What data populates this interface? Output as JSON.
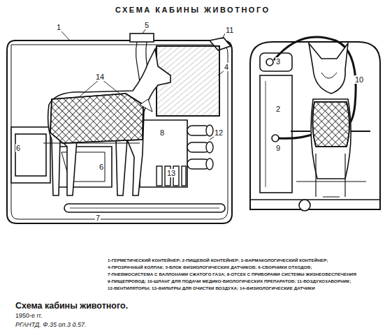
{
  "diagram": {
    "title": "СХЕМА КАБИНЫ ЖИВОТНОГО",
    "caption": "Схема кабины животного.",
    "labels": [
      "1",
      "5",
      "11",
      "4",
      "14",
      "6",
      "6",
      "8",
      "12",
      "13",
      "7",
      "3",
      "2",
      "10",
      "9",
      "1-ГЕРМЕТИЧЕСКИЙ КОНТЕЙНЕР; 2-ПИЩЕВОЙ КОНТЕЙНЕР; 3-ФАРМАКОЛОГИЧЕСКИЙ КОНТЕЙНЕР;",
      "4-ПРОЗРАЧНЫЙ КОЛПАК; 5-БЛОК ФИЗИОЛОГИЧЕСКИХ ДАТЧИКОВ; 6-СБОРНИКИ ОТХОДОВ;",
      "7-ПНЕВМОСИСТЕМА С БАЛЛОНАМИ СЖАТОГО ГАЗА; 8-ОТСЕК С ПРИБОРАМИ СИСТЕМЫ ЖИЗНЕОБЕСПЕЧЕНИЯ",
      "9-ПИЩЕПРОВОД; 10-ШЛАНГ ДЛЯ ПОДАЧИ МЕДИКО-БИОЛОГИЧЕСКИХ ПРЕПАРАТОВ; 11-ВОЗДУХОЗАБОРНИК;",
      "12-ВЕНТИЛЯТОРЫ; 13-ФИЛЬТРЫ ДЛЯ ОЧИСТКИ ВОЗДУХА; 14-ФИЗИОЛОГИЧЕСКИЕ ДАТЧИКИ",
      "1950-е гг.",
      "РГАНТД. Ф.35 оп.3 д.57."
    ]
  }
}
